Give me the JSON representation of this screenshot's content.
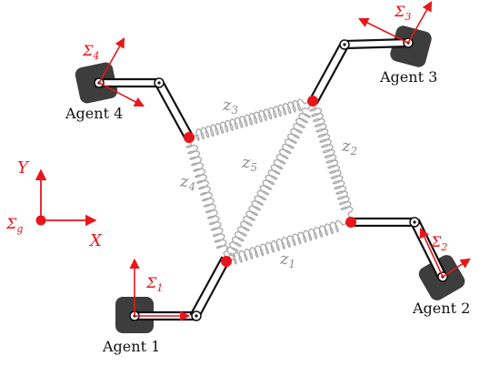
{
  "colors": {
    "frame": "#e8161b",
    "spring": "#a9a9a9",
    "base": "#3d3d3d",
    "link": "#111111",
    "label": "#8e8e8e"
  },
  "agents": [
    {
      "label": "Agent 1",
      "frame": "Σ",
      "frame_sub": "1"
    },
    {
      "label": "Agent 2",
      "frame": "Σ",
      "frame_sub": "2"
    },
    {
      "label": "Agent 3",
      "frame": "Σ",
      "frame_sub": "3"
    },
    {
      "label": "Agent 4",
      "frame": "Σ",
      "frame_sub": "4"
    }
  ],
  "global_frame": {
    "symbol": "Σ",
    "sub": "g",
    "x_label": "X",
    "y_label": "Y"
  },
  "springs": [
    {
      "name": "z",
      "sub": "1"
    },
    {
      "name": "z",
      "sub": "2"
    },
    {
      "name": "z",
      "sub": "3"
    },
    {
      "name": "z",
      "sub": "4"
    },
    {
      "name": "z",
      "sub": "5"
    }
  ]
}
